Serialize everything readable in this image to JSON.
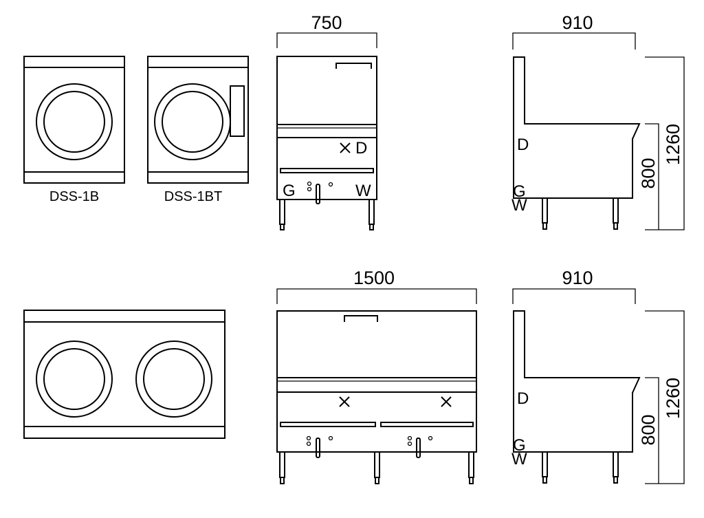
{
  "models": {
    "single_plan": "DSS-1B",
    "single_plan_tank": "DSS-1BT"
  },
  "single": {
    "front_width": "750",
    "side_depth": "910",
    "total_height": "1260",
    "work_height": "800"
  },
  "double": {
    "front_width": "1500",
    "side_depth": "910",
    "total_height": "1260",
    "work_height": "800"
  },
  "markers": {
    "drain": "D",
    "gas": "G",
    "water": "W"
  }
}
